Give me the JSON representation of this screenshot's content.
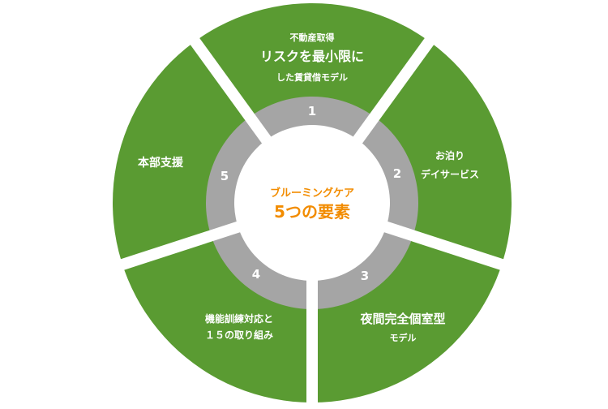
{
  "colors": {
    "green": "#5a9b32",
    "gray": "#a5a5a5",
    "orange": "#f28c00",
    "white": "#ffffff"
  },
  "center": {
    "subtitle": "ブルーミングケア",
    "title": "5つの要素"
  },
  "segments": [
    {
      "number": "1",
      "lines": [
        "不動産取得",
        "リスクを最小限に",
        "した賃貸借モデル"
      ]
    },
    {
      "number": "2",
      "lines": [
        "お泊り",
        "デイサービス"
      ]
    },
    {
      "number": "3",
      "lines": [
        "夜間完全個室型",
        "モデル"
      ]
    },
    {
      "number": "4",
      "lines": [
        "機能訓練対応と",
        "１５の取り組み"
      ]
    },
    {
      "number": "5",
      "lines": [
        "本部支援"
      ]
    }
  ]
}
